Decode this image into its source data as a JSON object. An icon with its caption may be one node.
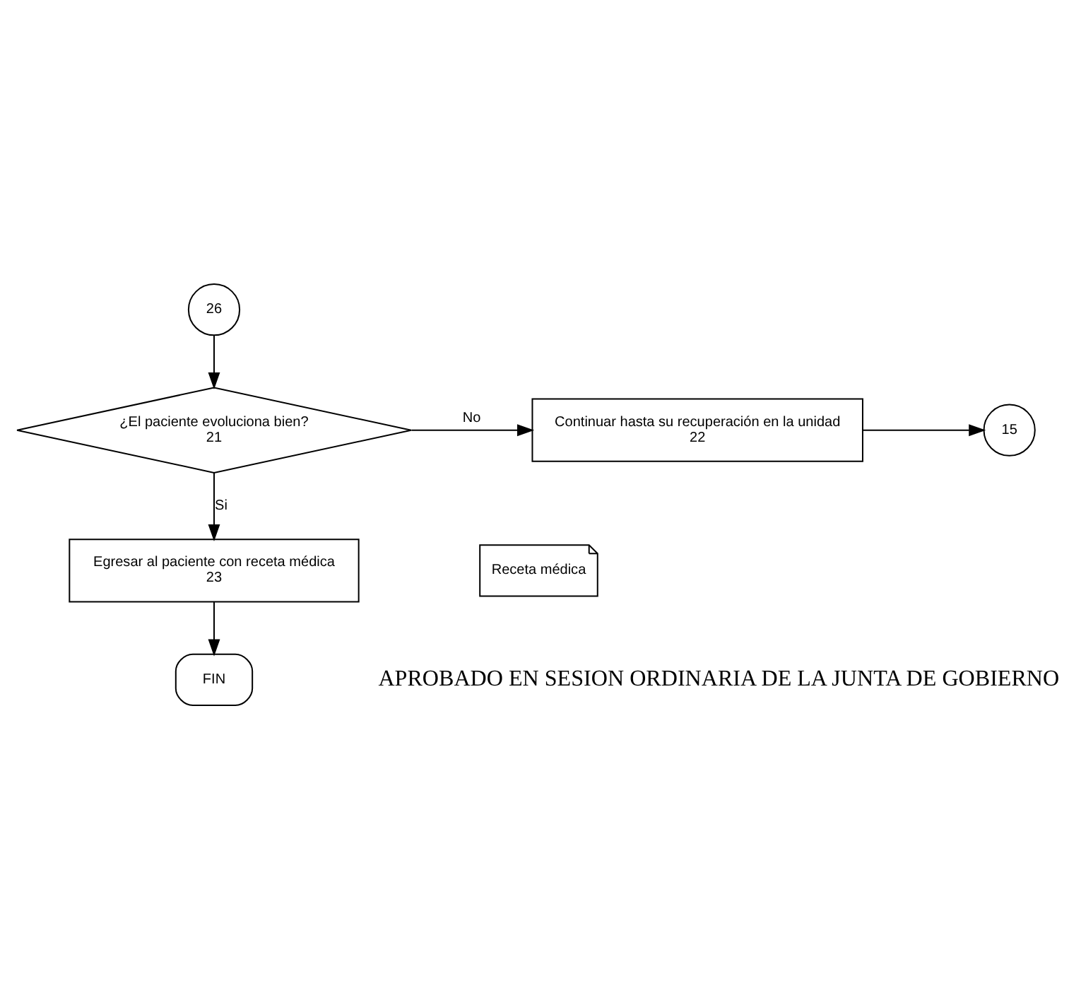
{
  "diagram": {
    "nodes": [
      {
        "text": [
          "26"
        ]
      },
      {
        "text": [
          "¿El paciente evoluciona bien?",
          "21"
        ]
      },
      {
        "text": [
          "Continuar hasta su recuperación en la unidad",
          "22"
        ]
      },
      {
        "text": [
          "15"
        ]
      },
      {
        "text": [
          "Egresar al paciente con receta médica",
          "23"
        ]
      },
      {
        "text": [
          "Receta médica"
        ]
      },
      {
        "text": [
          "FIN"
        ]
      }
    ],
    "edges": [
      {
        "from": 0,
        "to": 1,
        "arrow": "to"
      },
      {
        "from": 1,
        "to": 2,
        "arrow": "to",
        "label": "No"
      },
      {
        "from": 2,
        "to": 3,
        "arrow": "to"
      },
      {
        "from": 1,
        "to": 4,
        "arrow": "to",
        "label": "Si"
      },
      {
        "from": 4,
        "to": 6,
        "arrow": "to"
      }
    ],
    "labels": [
      "APROBADO EN SESION ORDINARIA DE LA JUNTA DE GOBIERNO"
    ]
  }
}
